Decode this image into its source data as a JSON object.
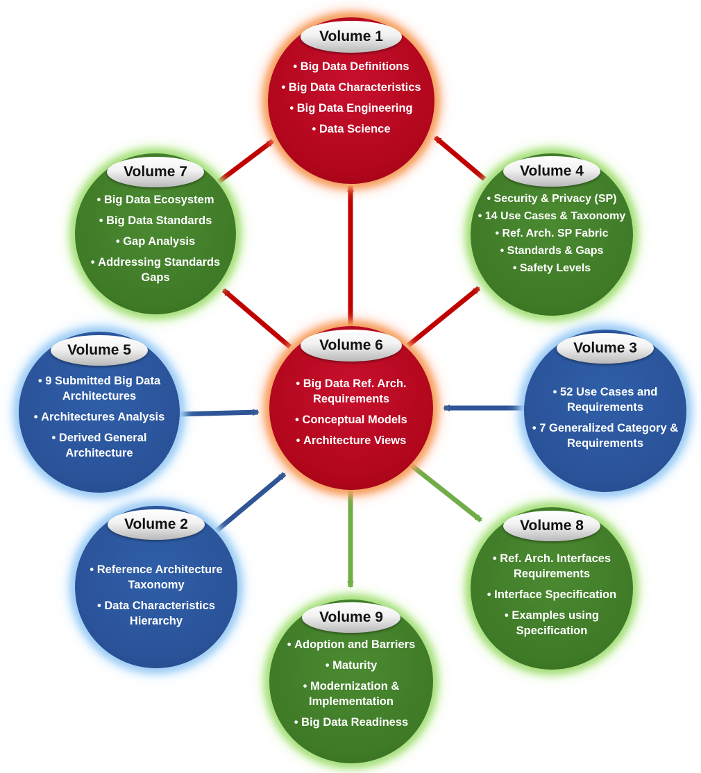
{
  "colors": {
    "red_arrow": "#c00000",
    "green_arrow": "#70ad47",
    "blue_arrow": "#2f5597",
    "red_fill": "#c00000",
    "green_fill": "#3f7a27",
    "blue_fill": "#2a5298"
  },
  "volumes": {
    "v1": {
      "title": "Volume 1",
      "items": [
        "Big Data Definitions",
        "Big Data Characteristics",
        "Big Data Engineering",
        "Data Science"
      ]
    },
    "v2": {
      "title": "Volume 2",
      "items": [
        "Reference Architecture Taxonomy",
        "Data Characteristics Hierarchy"
      ]
    },
    "v3": {
      "title": "Volume 3",
      "items": [
        "52 Use Cases and Requirements",
        "7 Generalized Category & Requirements"
      ]
    },
    "v4": {
      "title": "Volume 4",
      "items": [
        "Security & Privacy (SP)",
        "14 Use Cases & Taxonomy",
        "Ref. Arch.  SP Fabric",
        "Standards & Gaps",
        "Safety Levels"
      ]
    },
    "v5": {
      "title": "Volume 5",
      "items": [
        "9 Submitted  Big Data Architectures",
        "Architectures Analysis",
        "Derived General Architecture"
      ]
    },
    "v6": {
      "title": "Volume 6",
      "items": [
        "Big Data Ref.  Arch. Requirements",
        "Conceptual Models",
        "Architecture Views"
      ]
    },
    "v7": {
      "title": "Volume 7",
      "items": [
        "Big Data Ecosystem",
        "Big Data Standards",
        "Gap Analysis",
        "Addressing Standards Gaps"
      ]
    },
    "v8": {
      "title": "Volume 8",
      "items": [
        "Ref. Arch. Interfaces Requirements",
        "Interface Specification",
        "Examples using Specification"
      ]
    },
    "v9": {
      "title": "Volume 9",
      "items": [
        "Adoption and Barriers",
        "Maturity",
        "Modernization & Implementation",
        "Big Data Readiness"
      ]
    }
  }
}
